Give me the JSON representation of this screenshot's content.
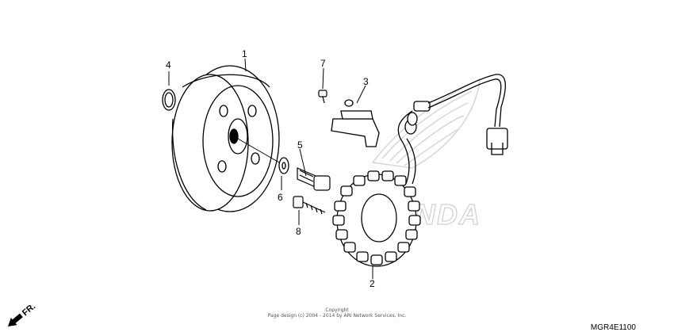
{
  "callouts": {
    "p1": "1",
    "p2": "2",
    "p3": "3",
    "p4": "4",
    "p5": "5",
    "p6": "6",
    "p7": "7",
    "p8": "8"
  },
  "watermark": {
    "brand": "HONDA"
  },
  "orientation": {
    "label": "FR."
  },
  "copyright": {
    "line1": "Copyright",
    "line2": "Page design (c) 2004 - 2014 by ARI Network Services, Inc."
  },
  "diagram_code": "MGR4E1100"
}
